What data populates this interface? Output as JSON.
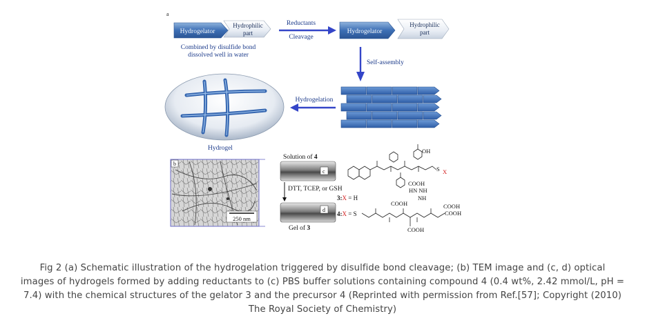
{
  "figure": {
    "panel_a_label": "a",
    "panel_b_label": "b",
    "panel_c_label": "c",
    "panel_d_label": "d",
    "hydrogelator_left": "Hydrogelator",
    "hydrophilic_left_1": "Hydrophilic",
    "hydrophilic_left_2": "part",
    "combined_line1": "Combined by disulfide bond",
    "combined_line2": "dissolved well in water",
    "reductants": "Reductants",
    "cleavage": "Cleavage",
    "hydrogelator_right": "Hydrogelator",
    "hydrophilic_right_1": "Hydrophilic",
    "hydrophilic_right_2": "part",
    "self_assembly": "Self-assembly",
    "hydrogelation": "Hydrogelation",
    "hydrogel": "Hydrogel",
    "scale_bar": "250 nm",
    "solution_of": "Solution of ",
    "solution_num": "4",
    "reagents": "DTT, TCEP, or GSH",
    "gel_of": "Gel of ",
    "gel_num": "3",
    "chem_3": "3:",
    "chem_3_x": "X",
    "chem_3_h": " = H",
    "chem_4": "4:",
    "chem_4_x": "X",
    "chem_4_s": " = S",
    "oh": "OH",
    "s_x": "S",
    "x_label": "X",
    "cooh1": "COOH",
    "hn_nh2": "HN   NH",
    "nh": "NH",
    "cooh2": "COOH",
    "cooh3": "COOH",
    "cooh4": "COOH",
    "cooh5": "COOH"
  },
  "caption": {
    "line1": "Fig 2   (a) Schematic illustration of the hydrogelation triggered by disulfide bond cleavage; (b) TEM image and (c, d) optical",
    "line2": "images of hydrogels formed by adding reductants to (c) PBS buffer solutions containing compound 4 (0.4 wt%, 2.42 mmol/L, pH =",
    "line3": "7.4) with the chemical structures of the gelator 3 and the precursor 4 (Reprinted with permission from Ref.[57]; Copyright (2010)",
    "line4": "The Royal Society of Chemistry)"
  }
}
